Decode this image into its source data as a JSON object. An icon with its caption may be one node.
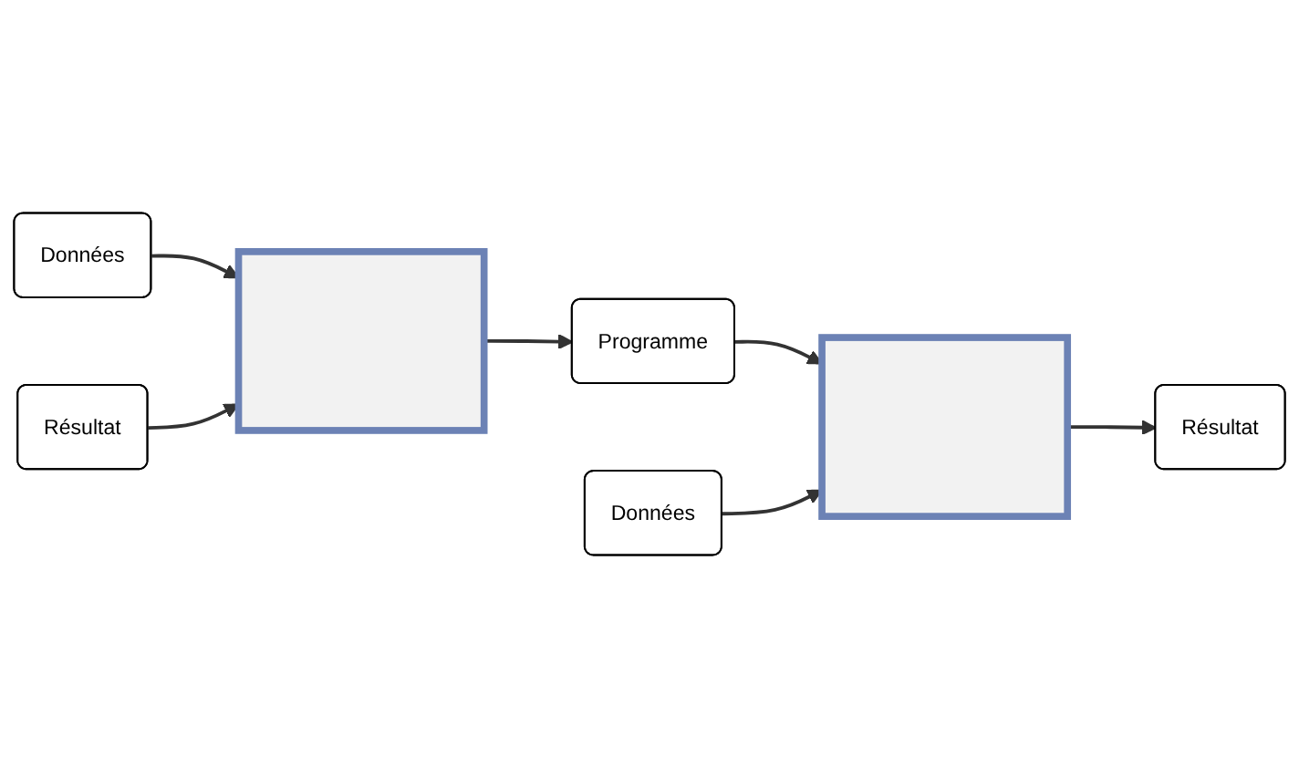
{
  "diagram": {
    "nodes": [
      {
        "text": [
          "Données"
        ]
      },
      {
        "text": [
          "Données"
        ]
      },
      {
        "text": [
          "Résultat"
        ]
      },
      {
        "text": [],
        "shape": "computer"
      },
      {
        "text": [
          "Programme"
        ]
      },
      {
        "text": [],
        "shape": "computer"
      },
      {
        "text": [
          "Résultat"
        ]
      }
    ],
    "edges": [
      {
        "from": 1,
        "to": 3,
        "arrow": "to"
      },
      {
        "from": 2,
        "to": 3,
        "arrow": "to"
      },
      {
        "from": 3,
        "to": 4,
        "arrow": "to"
      },
      {
        "from": 4,
        "to": 5,
        "arrow": "to"
      },
      {
        "from": 0,
        "to": 5,
        "arrow": "to"
      },
      {
        "from": 5,
        "to": 6,
        "arrow": "to"
      }
    ]
  }
}
